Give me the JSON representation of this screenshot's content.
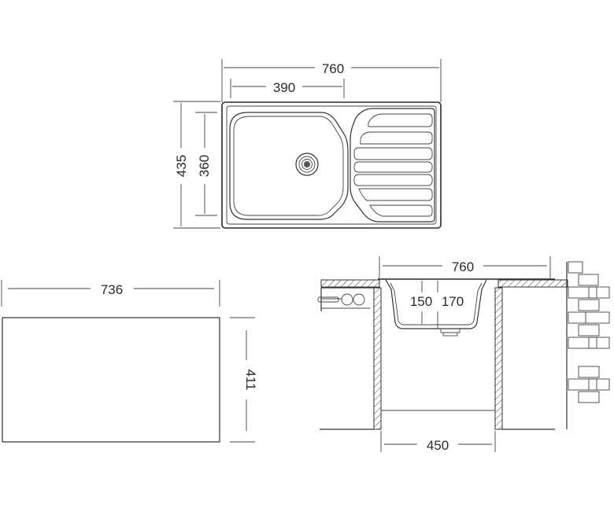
{
  "diagram": {
    "line_color": "#333333",
    "top_view": {
      "width_label": "760",
      "bowl_width_label": "390",
      "height_label": "435",
      "bowl_height_label": "360"
    },
    "cutout_view": {
      "width_label": "736",
      "height_label": "411"
    },
    "section_view": {
      "width_label": "760",
      "depth_label_a": "150",
      "depth_label_b": "170",
      "cabinet_label": "450"
    }
  }
}
